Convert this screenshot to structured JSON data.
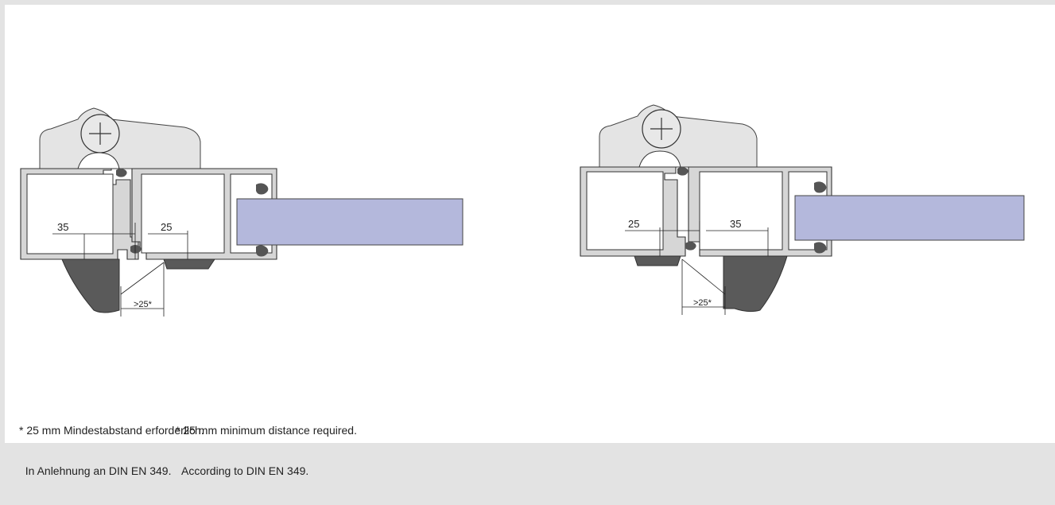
{
  "left_section": {
    "dim_left": "35",
    "dim_right": "25",
    "dim_gap": ">25*"
  },
  "right_section": {
    "dim_left": "25",
    "dim_right": "35",
    "dim_gap": ">25*"
  },
  "notes": {
    "german": {
      "line1": "* 25 mm Mindestabstand erforderlich.",
      "line2": "  In Anlehnung an DIN EN 349."
    },
    "english": {
      "line1": "* 25 mm minimum distance required.",
      "line2": "  According to DIN EN 349."
    }
  },
  "colors": {
    "profile_fill": "#d6d6d6",
    "profile_stroke": "#333333",
    "handle_fill": "#e4e4e4",
    "glass_fill": "#b4b8dc",
    "seal_fill": "#555555",
    "grip_fill": "#5a5a5a",
    "background": "#ffffff"
  }
}
